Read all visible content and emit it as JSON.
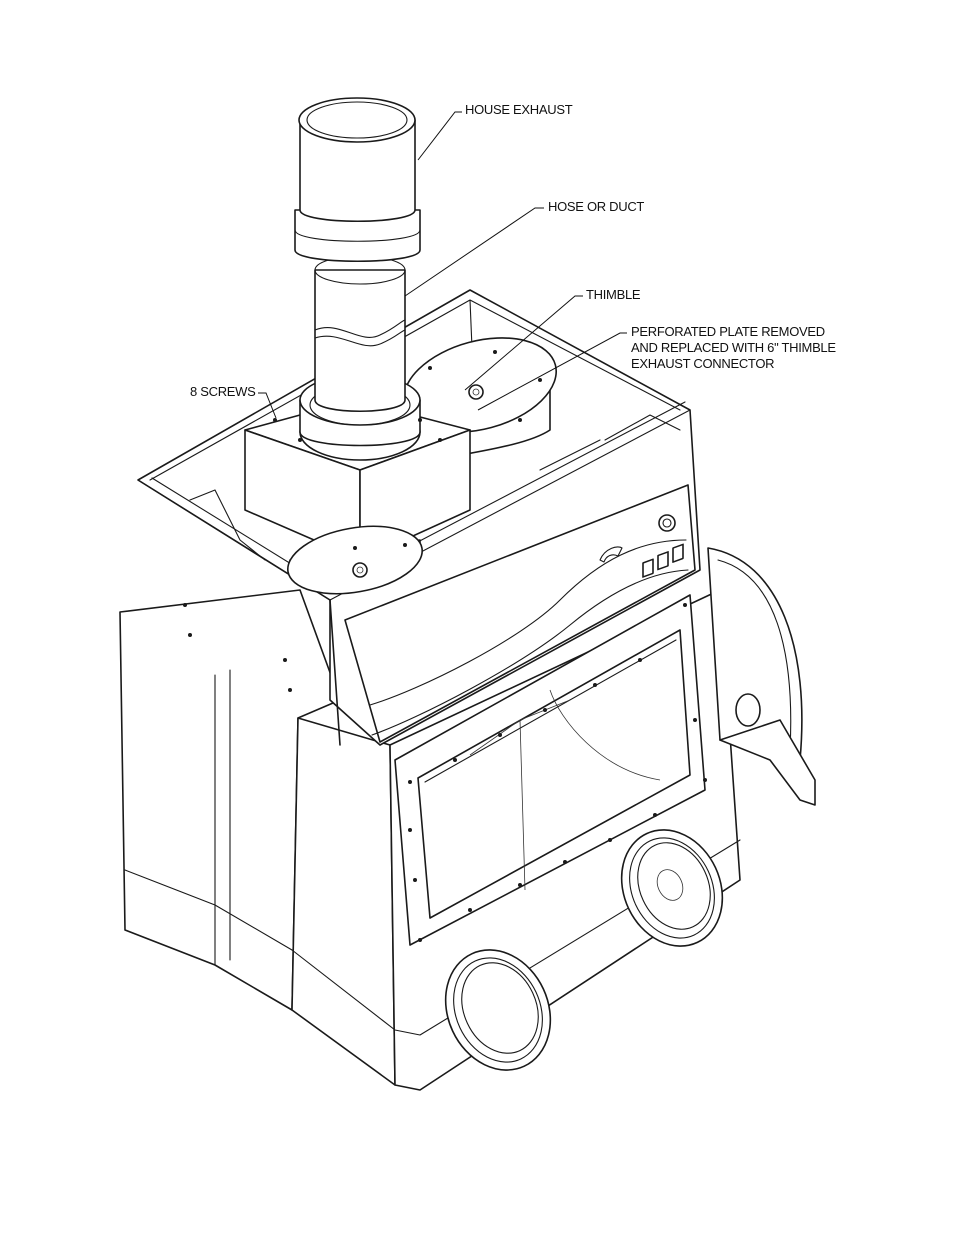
{
  "callouts": {
    "house_exhaust": "HOUSE EXHAUST",
    "hose_or_duct": "HOSE OR DUCT",
    "thimble": "THIMBLE",
    "perforated_line1": "PERFORATED PLATE REMOVED",
    "perforated_line2": "AND REPLACED WITH 6\" THIMBLE",
    "perforated_line3": "EXHAUST CONNECTOR",
    "screws": "8 SCREWS"
  }
}
